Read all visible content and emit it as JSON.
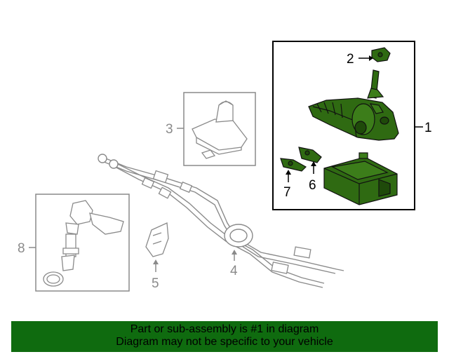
{
  "callouts": {
    "c1": "1",
    "c2": "2",
    "c3": "3",
    "c4": "4",
    "c5": "5",
    "c6": "6",
    "c7": "7",
    "c8": "8"
  },
  "banner": {
    "line1": "Part or sub-assembly is #1 in diagram",
    "line2": "Diagram may not be specific to your vehicle"
  },
  "colors": {
    "highlight_part": "#2f6a12",
    "banner_bg": "#0f6b0f",
    "frame_gray": "#8a8a8a"
  }
}
